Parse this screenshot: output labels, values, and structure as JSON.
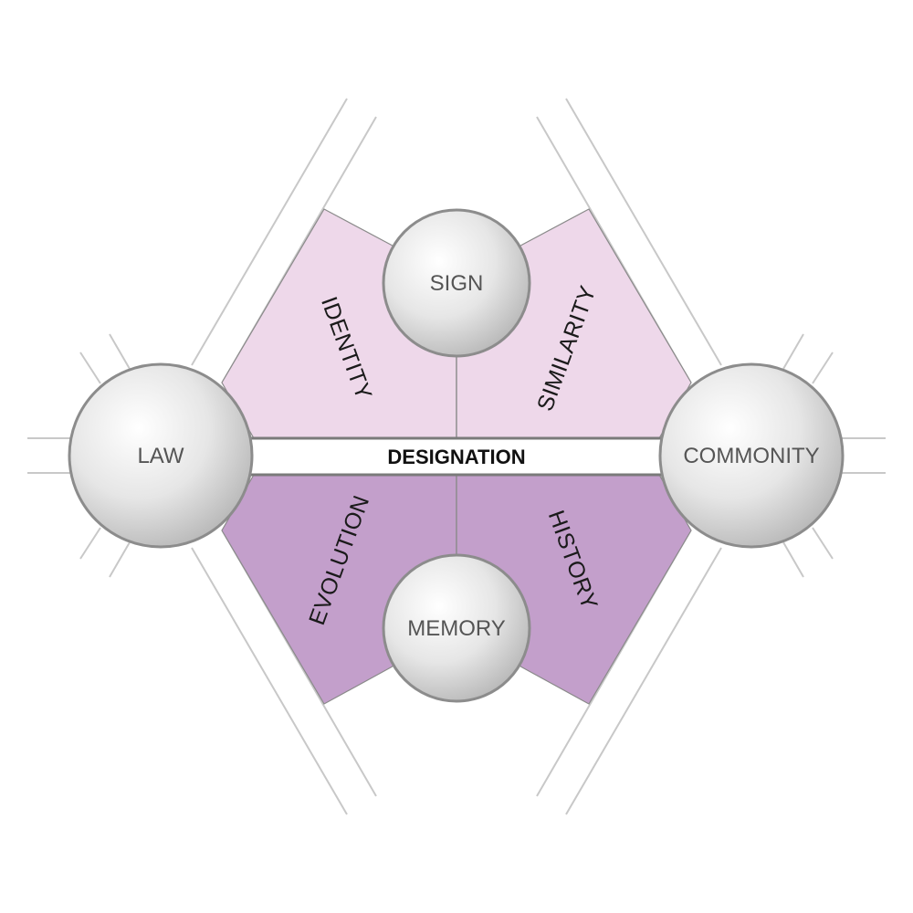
{
  "diagram": {
    "center_label": "DESIGNATION",
    "nodes": {
      "top": "SIGN",
      "bottom": "MEMORY",
      "left": "LAW",
      "right": "COMMONITY"
    },
    "segments": {
      "upper_left": "IDENTITY",
      "upper_right": "SIMILARITY",
      "lower_left": "EVOLUTION",
      "lower_right": "HISTORY"
    },
    "colors": {
      "upper_fill": "#eed8ea",
      "lower_fill": "#c39fcb",
      "outline": "#7f7f7f",
      "guide_lines": "#c8c8c8",
      "sphere_light": "#ffffff",
      "sphere_dark": "#b5b5b5"
    }
  }
}
